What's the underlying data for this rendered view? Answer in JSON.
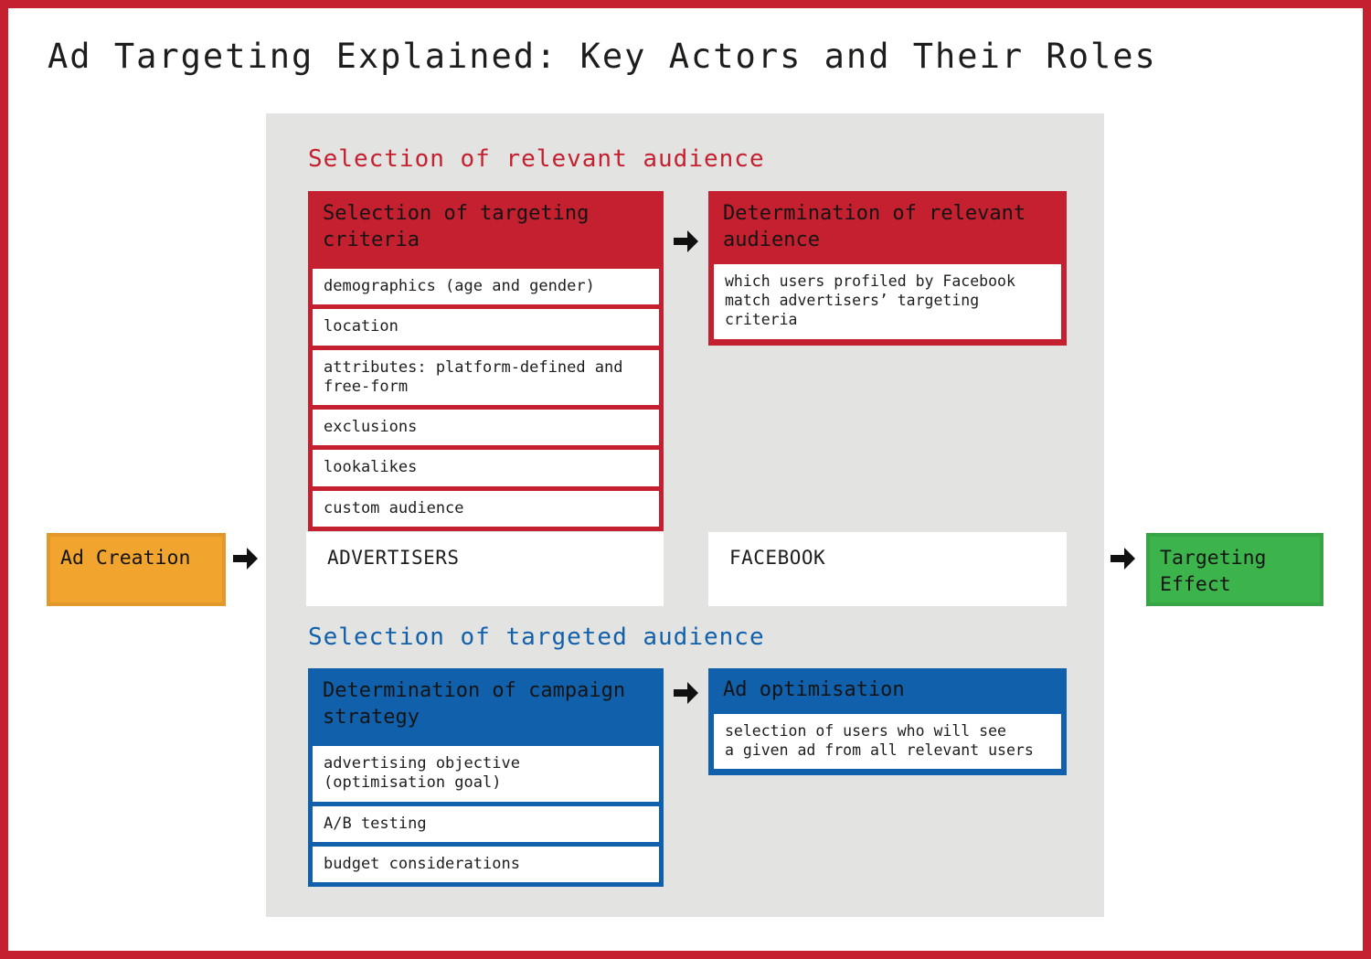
{
  "page": {
    "title": "Ad Targeting Explained: Key Actors and Their Roles"
  },
  "colors": {
    "red": "#c5202f",
    "blue": "#1160ac",
    "orange": "#f2a52e",
    "green": "#3cb44b",
    "panel_gray": "#e3e3e2",
    "text": "#1d1d1b"
  },
  "sections": {
    "relevant": {
      "label": "Selection of relevant audience",
      "criteria_box": {
        "title": "Selection of targeting criteria",
        "items": [
          "demographics (age and gender)",
          "location",
          "attributes: platform-defined and free-form",
          "exclusions",
          "lookalikes",
          "custom audience"
        ]
      },
      "determination_box": {
        "title": "Determination of relevant audience",
        "body": "which users profiled by Facebook\nmatch advertisers’ targeting\ncriteria"
      }
    },
    "targeted": {
      "label": "Selection of targeted audience",
      "strategy_box": {
        "title": "Determination of campaign strategy",
        "items": [
          "advertising objective (optimisation goal)",
          "A/B testing",
          "budget considerations"
        ]
      },
      "optimisation_box": {
        "title": "Ad optimisation",
        "body": "selection of users who will see\na given ad from all relevant users"
      }
    }
  },
  "actors": {
    "advertisers": "ADVERTISERS",
    "facebook": "FACEBOOK"
  },
  "flow": {
    "input_label": "Ad Creation",
    "output_label": "Targeting Effect"
  },
  "icons": {
    "arrow": "arrow-right"
  }
}
